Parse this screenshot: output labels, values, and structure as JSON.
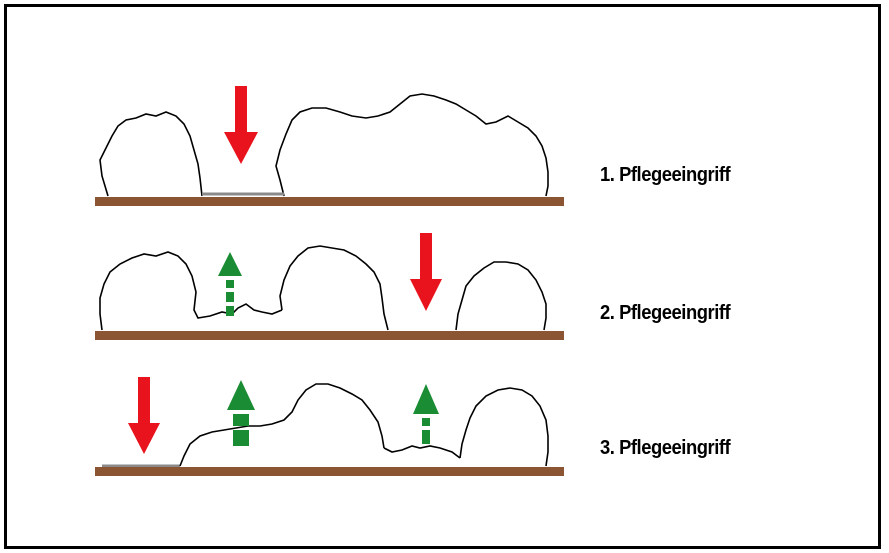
{
  "steps": [
    {
      "label": "1. Pflegeeingriff",
      "removals": 1,
      "regrowth": 0
    },
    {
      "label": "2. Pflegeeingriff",
      "removals": 1,
      "regrowth": 1
    },
    {
      "label": "3. Pflegeeingriff",
      "removals": 1,
      "regrowth": 2
    }
  ],
  "colors": {
    "ground": "#8b5533",
    "removal_arrow": "#e8131c",
    "regrowth_arrow": "#1a8c34",
    "cleared_ground": "#8a8a8a",
    "bush_outline": "#000000",
    "frame": "#000000"
  },
  "icons": {
    "removal": "arrow-down-icon",
    "regrowth": "arrow-up-dashed-icon"
  }
}
